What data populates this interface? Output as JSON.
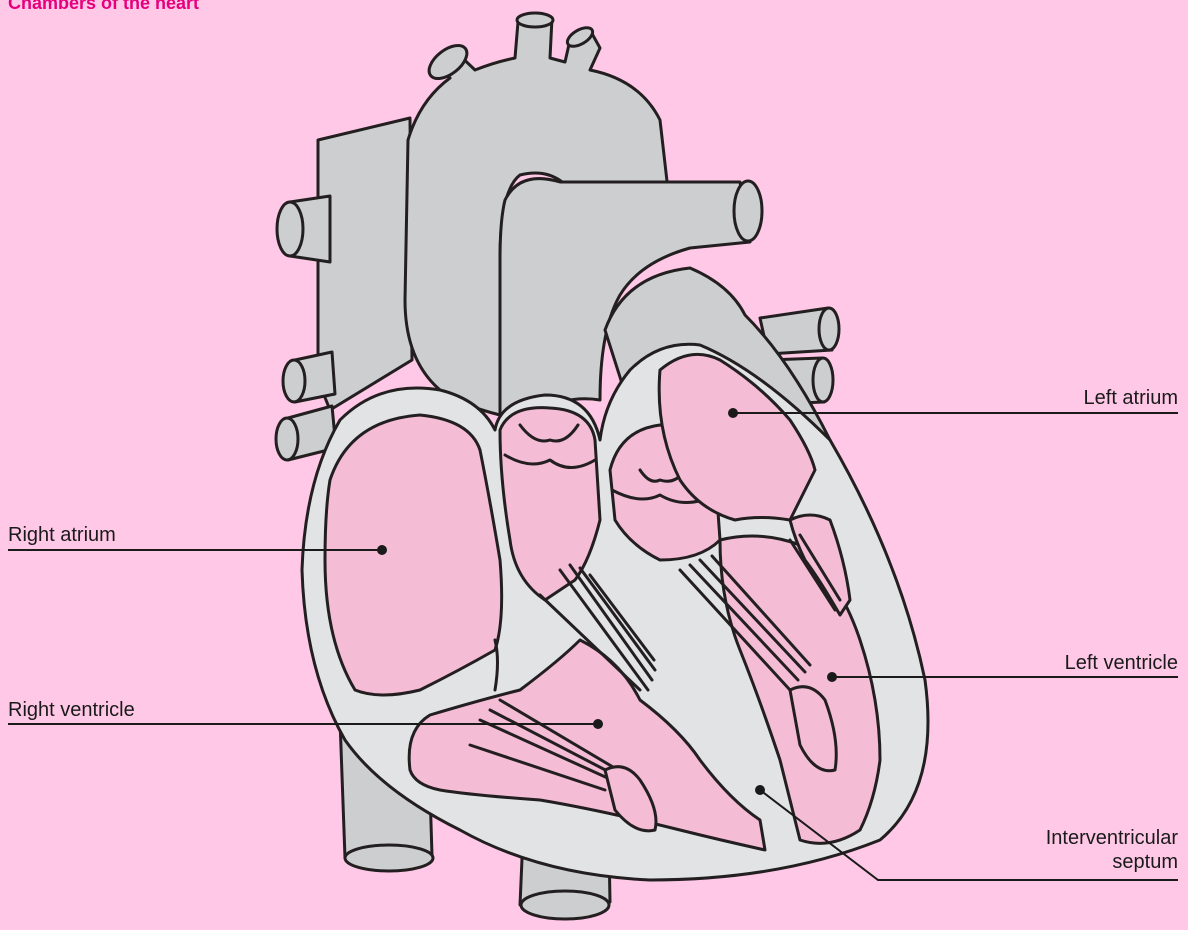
{
  "title": "Chambers of the heart",
  "labels": {
    "left_atrium": "Left atrium",
    "right_atrium": "Right atrium",
    "left_ventricle": "Left ventricle",
    "right_ventricle": "Right ventricle",
    "septum_line1": "Interventricular",
    "septum_line2": "septum"
  },
  "colors": {
    "background": "#ffc8e6",
    "title": "#e6007e",
    "vessel_grey": "#cdced0",
    "heart_wall": "#e2e3e5",
    "chamber_pink": "#f5bcd6",
    "outline": "#231f20"
  }
}
